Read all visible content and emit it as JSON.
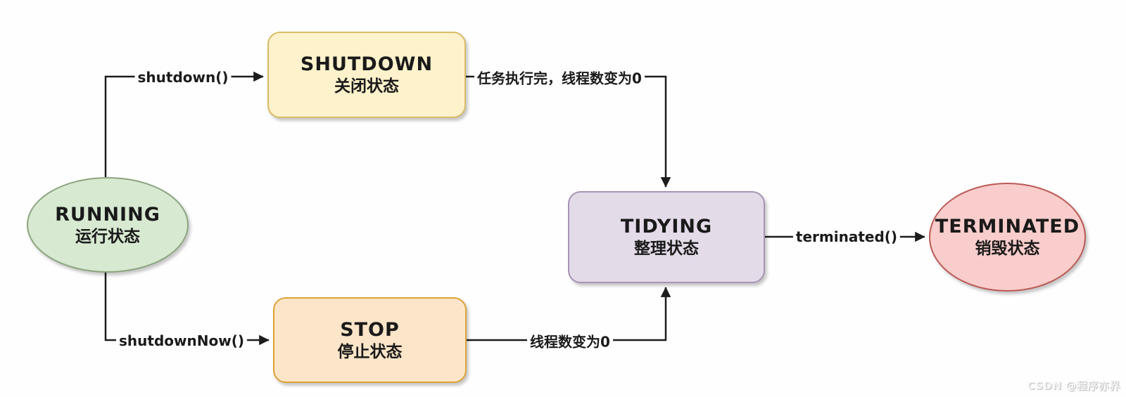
{
  "diagram": {
    "nodes": [
      {
        "id": "running",
        "label": "RUNNING",
        "sublabel": "运行状态",
        "shape": "ellipse",
        "fill": "#d7e9d1",
        "border": "#8ba57f"
      },
      {
        "id": "shutdown",
        "label": "SHUTDOWN",
        "sublabel": "关闭状态",
        "shape": "rounded-rect",
        "fill": "#fdf2cb",
        "border": "#d8bb66"
      },
      {
        "id": "stop",
        "label": "STOP",
        "sublabel": "停止状态",
        "shape": "rounded-rect",
        "fill": "#fce5c8",
        "border": "#dba237"
      },
      {
        "id": "tidying",
        "label": "TIDYING",
        "sublabel": "整理状态",
        "shape": "rounded-rect",
        "fill": "#e4dbe9",
        "border": "#a794b5"
      },
      {
        "id": "terminated",
        "label": "TERMINATED",
        "sublabel": "销毁状态",
        "shape": "ellipse",
        "fill": "#f8cdcb",
        "border": "#bb5a55"
      }
    ],
    "edges": [
      {
        "from": "running",
        "to": "shutdown",
        "label": "shutdown()"
      },
      {
        "from": "shutdown",
        "to": "tidying",
        "label": "任务执行完，线程数变为0"
      },
      {
        "from": "running",
        "to": "stop",
        "label": "shutdownNow()"
      },
      {
        "from": "stop",
        "to": "tidying",
        "label": "线程数变为0"
      },
      {
        "from": "tidying",
        "to": "terminated",
        "label": "terminated()"
      }
    ],
    "line_color": "#1c1c1c",
    "watermark": "CSDN @程序亦界"
  }
}
